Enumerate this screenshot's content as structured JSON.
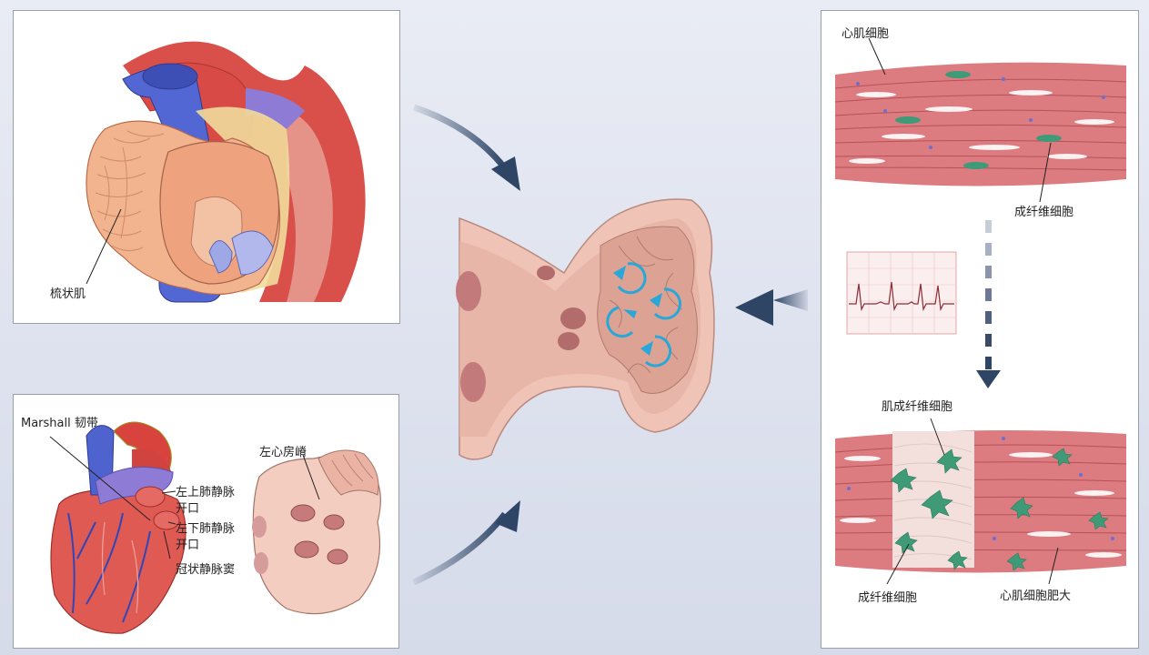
{
  "labels": {
    "pectinate_muscle": "梳状肌",
    "marshall_ligament": "Marshall 韧带",
    "left_superior_pv_line1": "左上肺静脉",
    "left_superior_pv_line2": "开口",
    "left_inferior_pv_line1": "左下肺静脉",
    "left_inferior_pv_line2": "开口",
    "coronary_sinus": "冠状静脉窦",
    "left_atrial_ridge": "左心房嵴",
    "cardiomyocyte": "心肌细胞",
    "fibroblast_top": "成纤维细胞",
    "myofibroblast": "肌成纤维细胞",
    "fibroblast_bottom": "成纤维细胞",
    "cardiomyocyte_hypertrophy": "心肌细胞肥大"
  },
  "colors": {
    "myocardium": "#d9737a",
    "atrium_tissue": "#efc3b5",
    "vein_blue": "#5b6fd6",
    "artery_red": "#d2443f",
    "pulmonary_purple": "#8e7bd6",
    "flow_arrow": "#28a7d8",
    "navy_arrow": "#2e4566",
    "fibroblast_green": "#3f9a78"
  }
}
